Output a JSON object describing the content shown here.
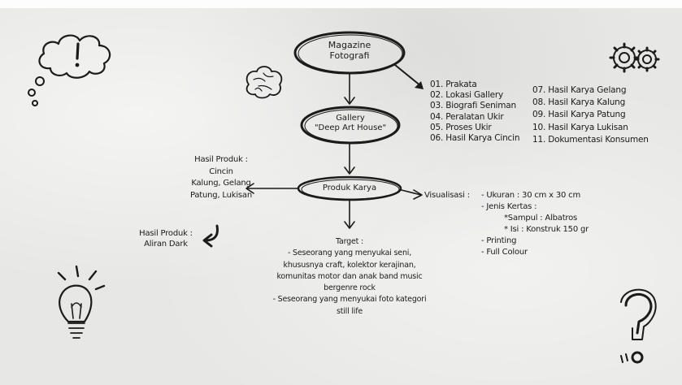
{
  "nodes": {
    "magazine": [
      "Magazine",
      "Fotografi"
    ],
    "gallery": [
      "Gallery",
      "\"Deep Art House\""
    ],
    "produk": "Produk Karya"
  },
  "contents_left": [
    "01. Prakata",
    "02. Lokasi Gallery",
    "03. Biografi Seniman",
    "04. Peralatan Ukir",
    "05. Proses Ukir",
    "06. Hasil Karya Cincin"
  ],
  "contents_right": [
    "07. Hasil Karya Gelang",
    "08. Hasil Karya Kalung",
    "09. Hasil Karya Patung",
    "10. Hasil Karya Lukisan",
    "11. Dokumentasi Konsumen"
  ],
  "hasil_produk": [
    "Hasil Produk :",
    "Cincin",
    "Kalung, Gelang",
    "Patung, Lukisan"
  ],
  "hasil_aliran": [
    "Hasil Produk :",
    "Aliran Dark"
  ],
  "visualisasi": {
    "label": "Visualisasi :",
    "lines": [
      "- Ukuran : 30 cm x 30 cm",
      "- Jenis Kertas :",
      "*Sampul : Albatros",
      "* Isi : Konstruk 150 gr",
      "- Printing",
      "- Full Colour"
    ]
  },
  "target": [
    "Target :",
    "- Seseorang yang menyukai seni,",
    "khususnya craft, kolektor kerajinan,",
    "komunitas motor dan anak band music",
    "bergenre rock",
    "- Seseorang yang menyukai foto kategori",
    "still life"
  ],
  "icons": [
    "thought-cloud-exclamation-icon",
    "brain-icon",
    "gears-icon",
    "lightbulb-icon",
    "question-mark-icon"
  ]
}
